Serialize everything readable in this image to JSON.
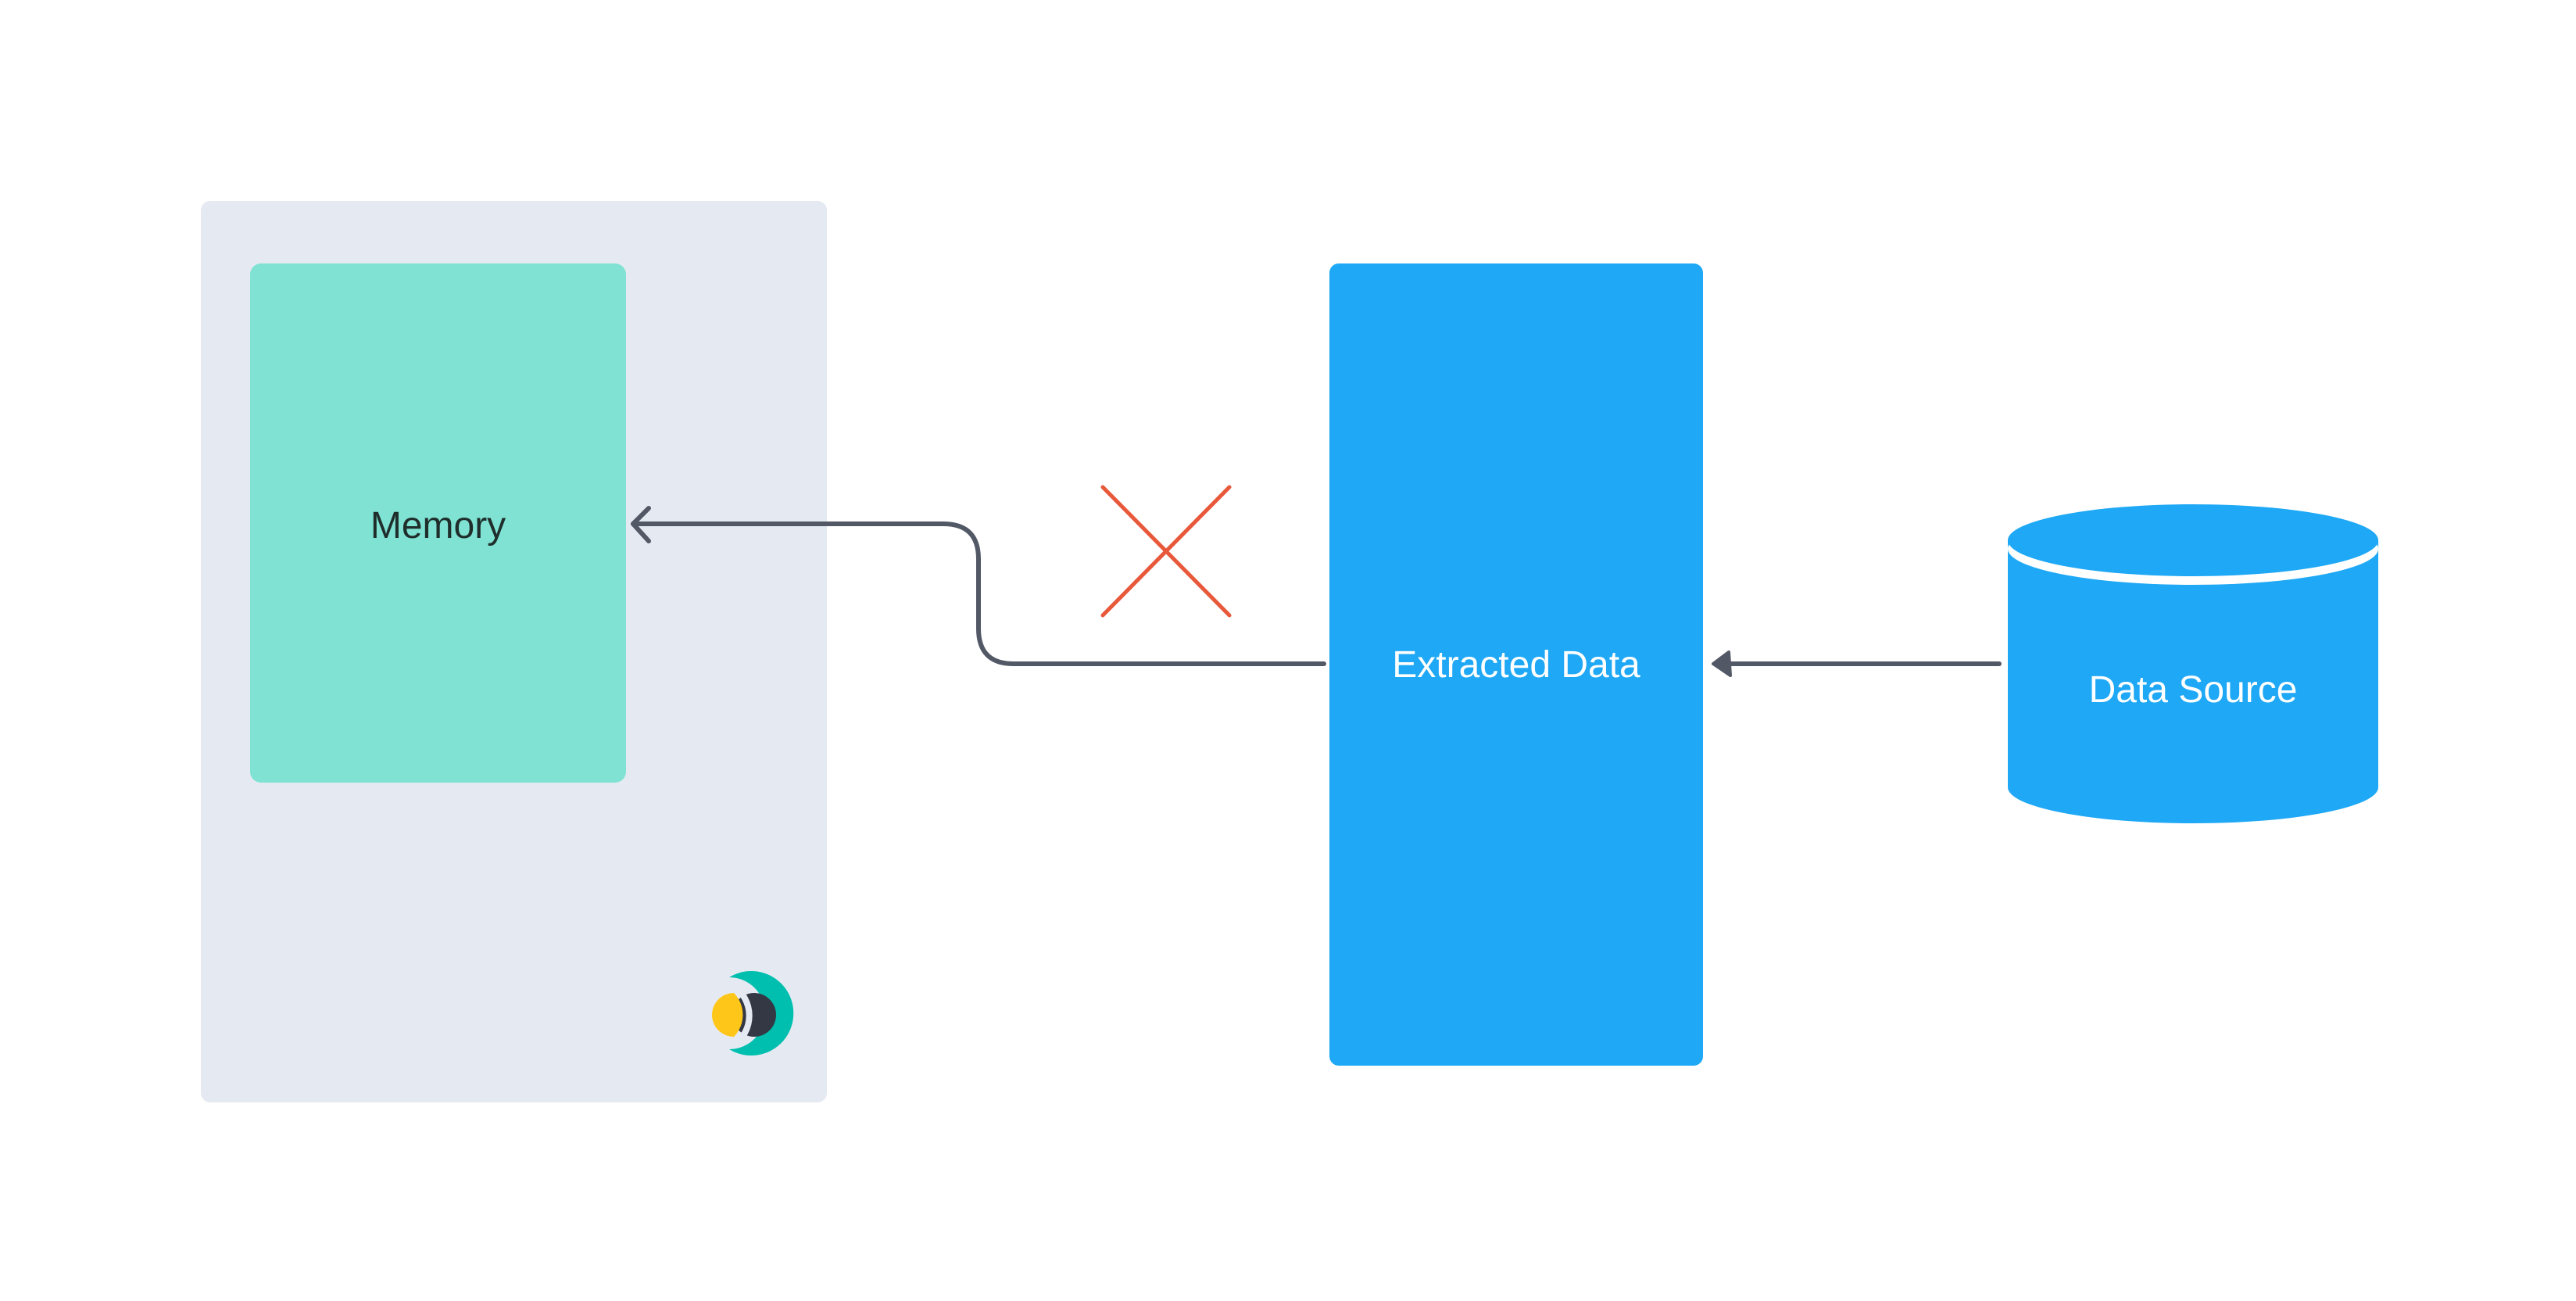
{
  "diagram": {
    "container": {
      "label": "",
      "color": "#E5EAF2"
    },
    "nodes": {
      "memory": {
        "label": "Memory",
        "color": "#7FE2D3",
        "text_color": "#1F2D2B"
      },
      "extracted_data": {
        "label": "Extracted Data",
        "color": "#1EA8F5",
        "text_color": "#FFFFFF"
      },
      "data_source": {
        "label": "Data Source",
        "shape": "cylinder",
        "color": "#1EA8F5",
        "text_color": "#FFFFFF"
      }
    },
    "edges": [
      {
        "from": "Data Source",
        "to": "Extracted Data",
        "style": "solid-arrow",
        "color": "#535866"
      },
      {
        "from": "Extracted Data",
        "to": "Memory",
        "style": "open-arrow-elbow",
        "color": "#535866",
        "blocked": true
      }
    ],
    "annotations": {
      "blocked_marker": {
        "icon": "x-cross-icon",
        "color": "#E8583A"
      }
    },
    "logo": {
      "icon": "brand-logo-icon",
      "colors": [
        "#FFC61A",
        "#343845",
        "#00BFAE"
      ]
    }
  }
}
